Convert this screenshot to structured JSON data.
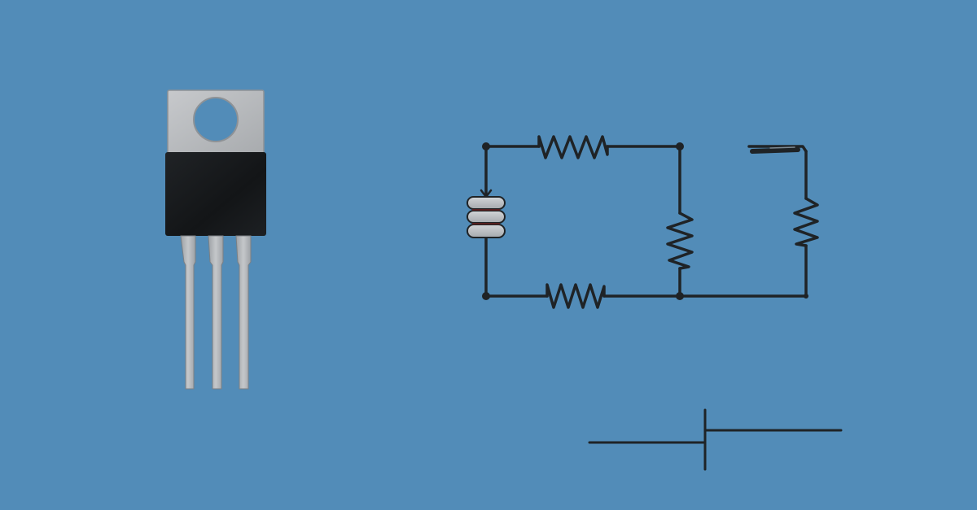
{
  "colors": {
    "background": "#528cb8",
    "tab_metal": "#b6b8bb",
    "tab_metal_edge": "#8e9296",
    "package_body": "#17191b",
    "lead_metal": "#b3b6b9",
    "wire": "#1f2326",
    "coil_plate": "#c4c7ca"
  },
  "components": {
    "transistor": {
      "package": "TO-220",
      "lead_count": 3,
      "icon": "transistor-to220-icon"
    },
    "circuit": {
      "resistors": 4,
      "coil": "stacked-disc-coil-icon",
      "switch": "open-switch-icon",
      "nodes": 5
    },
    "ground_line": "capacitor-plate-symbol-icon"
  }
}
